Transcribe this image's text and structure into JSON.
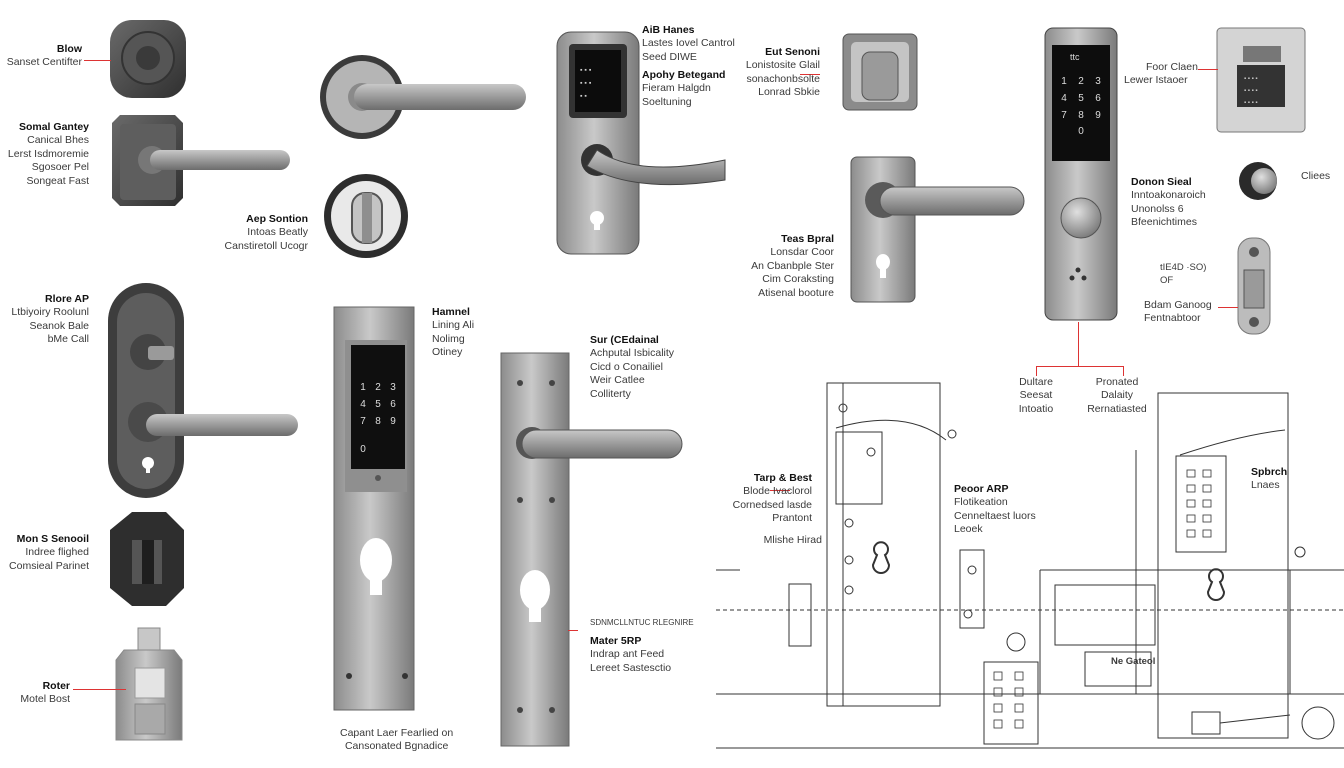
{
  "labels": {
    "blow": {
      "title": "Blow",
      "lines": [
        "Sanset Centifter"
      ]
    },
    "somel_gantey": {
      "title": "Somal Gantey",
      "lines": [
        "Canical Bhes",
        "Lerst Isdmoremie",
        "Sgosoer Pel",
        "Songeat Fast"
      ]
    },
    "aep_sontion": {
      "title": "Aep Sontion",
      "lines": [
        "Intoas Beatly",
        "Canstiretoll Ucogr"
      ]
    },
    "rlore_ap": {
      "title": "Rlore AP",
      "lines": [
        "Ltbiyoiry Roolunl",
        "Seanok Bale",
        "bMe Call"
      ]
    },
    "mon_senooil": {
      "title": "Mon S Senooil",
      "lines": [
        "Indree flighed",
        "Comsieal Parinet"
      ]
    },
    "roter": {
      "title": "Roter",
      "lines": [
        "Motel Bost"
      ]
    },
    "hamnel": {
      "title": "Hamnel",
      "lines": [
        "Lining Ali",
        "Nolimg",
        "Otiney"
      ]
    },
    "pamel_lever": {
      "title": "",
      "lines": [
        "Capant Laer Fearlied on",
        "Cansonated Bgnadice"
      ]
    },
    "sur_cedainal": {
      "title": "Sur (CEdainal",
      "lines": [
        "Achputal Isbicality",
        "Cicd o Conailiel",
        "Weir Catlee",
        "Colliterty"
      ]
    },
    "small_caps_line": {
      "title": "",
      "lines": [
        "SDNMCLLNTUC RLEGNIRE"
      ]
    },
    "mater_srp": {
      "title": "Mater 5RP",
      "lines": [
        "Indrap ant Feed",
        "Lereet Sastesctio"
      ]
    },
    "aib_hanes": {
      "title": "AiB Hanes",
      "lines": [
        "Lastes Iovel Cantrol",
        "Seed DIWE"
      ]
    },
    "apohy": {
      "title": "Apohy Betegand",
      "lines": [
        "Fieram Halgdn",
        "Soeltuning"
      ]
    },
    "eut_senoni": {
      "title": "Eut Senoni",
      "lines": [
        "Lonistosite Glail",
        "sonachonbsolte",
        "Lonrad Sbkie"
      ]
    },
    "teas_bpral": {
      "title": "Teas Bpral",
      "lines": [
        "Lonsdar Coor",
        "An Cbanbple Ster",
        "Cim Coraksting",
        "Atisenal booture"
      ]
    },
    "foor_clean": {
      "title": "",
      "lines": [
        "Foor Claen",
        "Lewer Istaoer"
      ]
    },
    "donon_sieal": {
      "title": "Donon Sieal",
      "lines": [
        "Inntoakonaroich",
        "Unonolss 6",
        "Bfeenichtimes"
      ]
    },
    "cliees": {
      "title": "",
      "lines": [
        "Cliees"
      ]
    },
    "sm_of": {
      "title": "",
      "lines": [
        "tIE4D   ·SO)",
        "OF"
      ]
    },
    "bdam_ganoog": {
      "title": "",
      "lines": [
        "Bdam Ganoog",
        "Fentnabtoor"
      ]
    },
    "dultare": {
      "title": "",
      "lines": [
        "Dultare",
        "Seesat",
        "Intoatio"
      ]
    },
    "pronated": {
      "title": "",
      "lines": [
        "Pronated",
        "Dalaity",
        "Rernatiasted"
      ]
    },
    "tarp_best": {
      "title": "Tarp & Best",
      "lines": [
        "Blode Ivaclorol",
        "Cornedsed lasde",
        "Prantont"
      ]
    },
    "mishe_hirad": {
      "title": "",
      "lines": [
        "Mlishe Hirad"
      ]
    },
    "peoor_arp": {
      "title": "Peoor ARP",
      "lines": [
        "Flotikeation",
        "Cenneltaest luors",
        "Leoek"
      ]
    },
    "spbrch": {
      "title": "Spbrch",
      "lines": [
        "Lnaes"
      ]
    },
    "ne_gateol": {
      "title": "",
      "lines": [
        "Ne Gateol"
      ]
    }
  },
  "devices": {
    "deadbolt_keypad": {
      "screen_text": "ttc"
    },
    "keypad_mid": {
      "keys": [
        "1",
        "2",
        "3",
        "4",
        "5",
        "6",
        "7",
        "8",
        "9",
        "0"
      ]
    },
    "keypad_right": {
      "keys": [
        "1",
        "2",
        "3",
        "4",
        "5",
        "6",
        "7",
        "8",
        "9",
        "0"
      ]
    }
  },
  "colors": {
    "metal_light": "#b8b8b8",
    "metal_mid": "#8a8a8a",
    "metal_dark": "#4a4a4a",
    "leader": "#dd3333",
    "screen": "#111111"
  }
}
